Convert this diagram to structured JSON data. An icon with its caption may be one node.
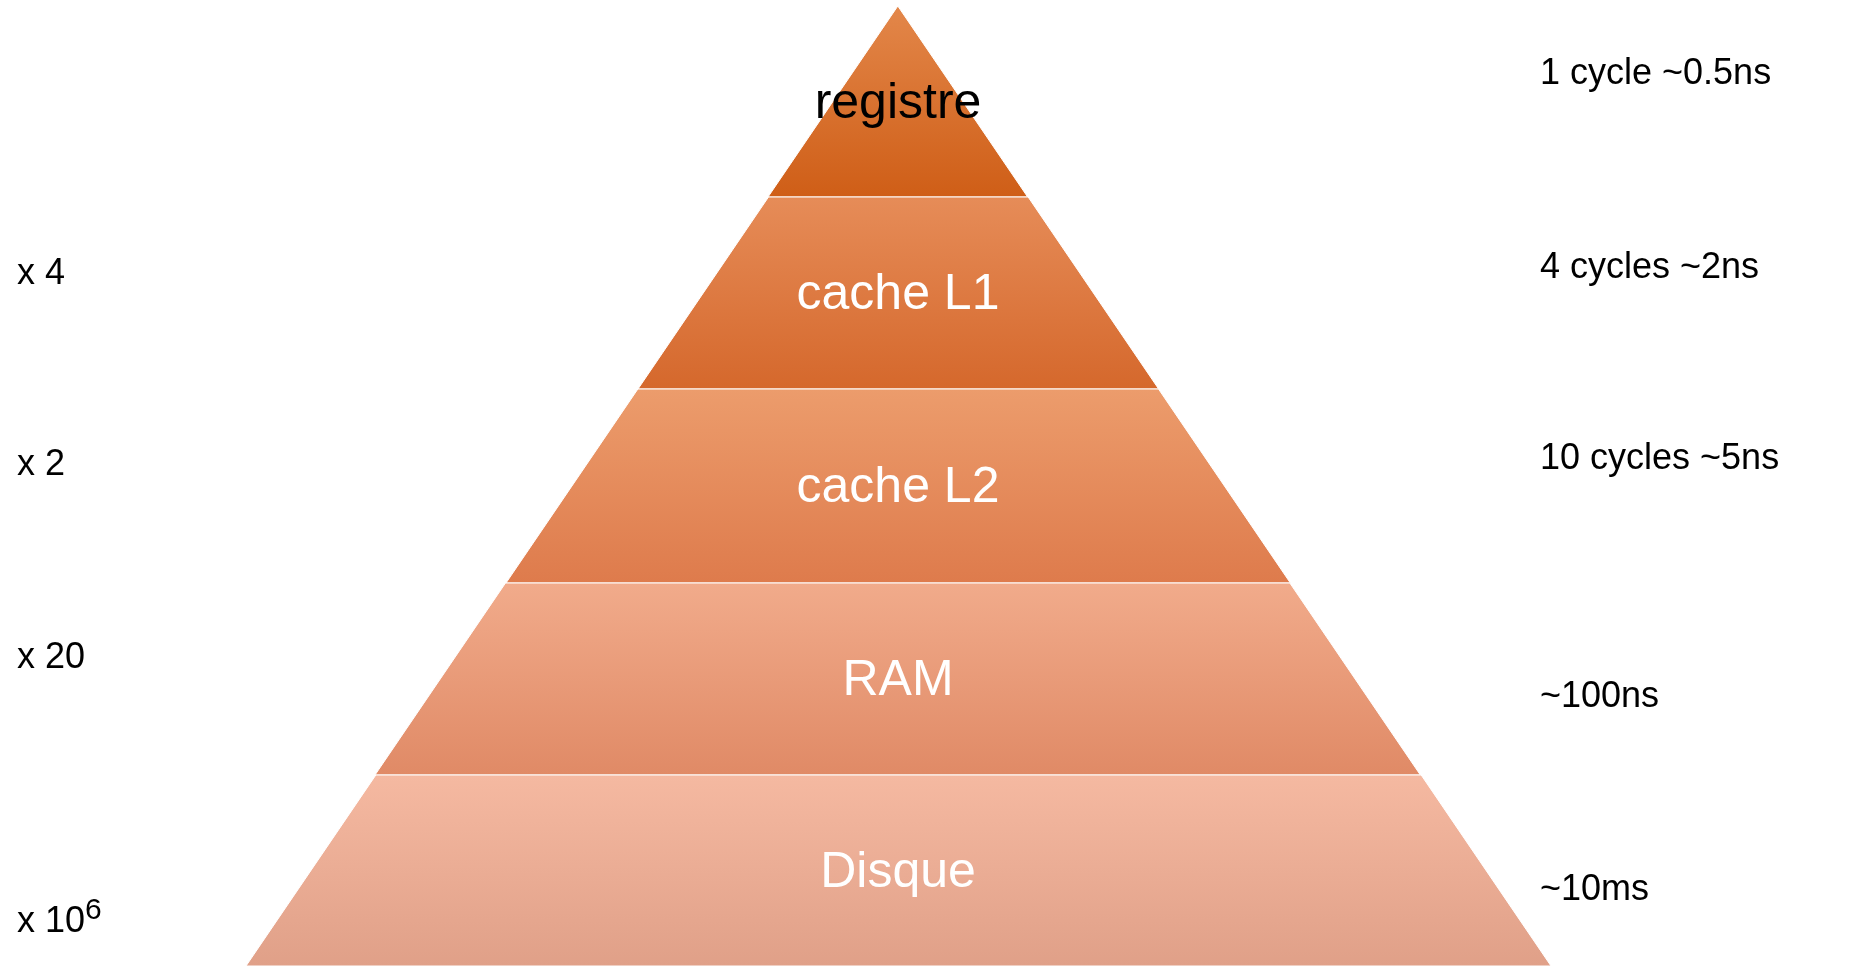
{
  "diagram": {
    "nodes": [
      {
        "text": [
          "registre"
        ]
      },
      {
        "text": [
          "cache L1"
        ]
      },
      {
        "text": [
          "cache L2"
        ]
      },
      {
        "text": [
          "RAM"
        ]
      },
      {
        "text": [
          "Disque"
        ]
      }
    ],
    "labels": [
      "1 cycle ~0.5ns",
      "x 4",
      "4 cycles ~2ns",
      "x 2",
      "10 cycles ~5ns",
      "x 20",
      "~100ns",
      "~10ms",
      "x 10$^{6}$"
    ]
  }
}
